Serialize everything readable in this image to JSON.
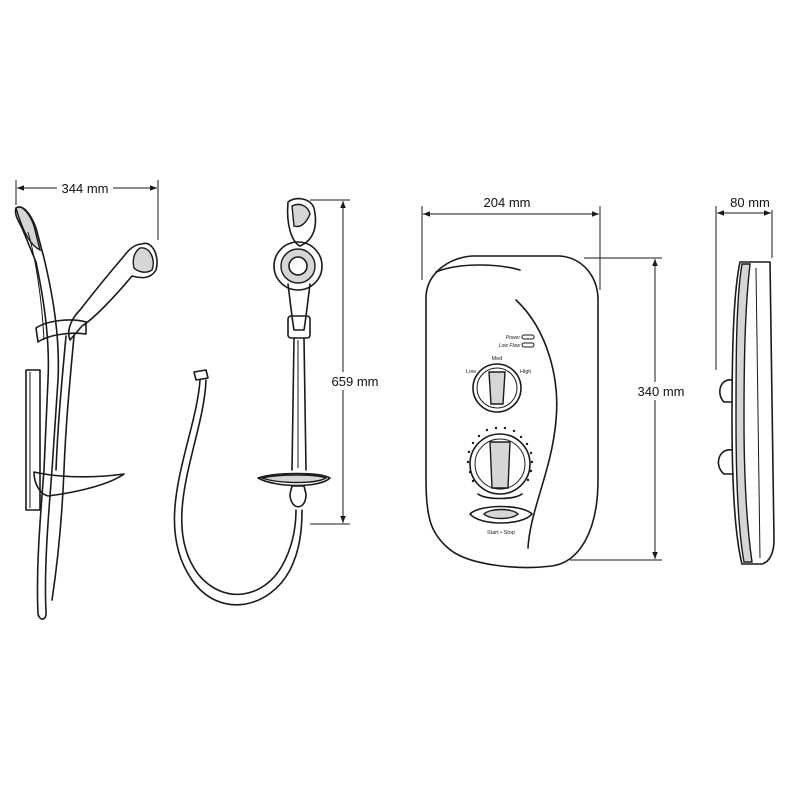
{
  "dimensions": {
    "kit_width": "344 mm",
    "kit_height": "659 mm",
    "unit_width": "204 mm",
    "unit_height": "340 mm",
    "unit_depth": "80 mm"
  },
  "unit_labels": {
    "power": "Power",
    "low_flow": "Low Flow",
    "low": "Low",
    "med": "Med",
    "high": "High",
    "start_stop": "Start • Stop"
  }
}
